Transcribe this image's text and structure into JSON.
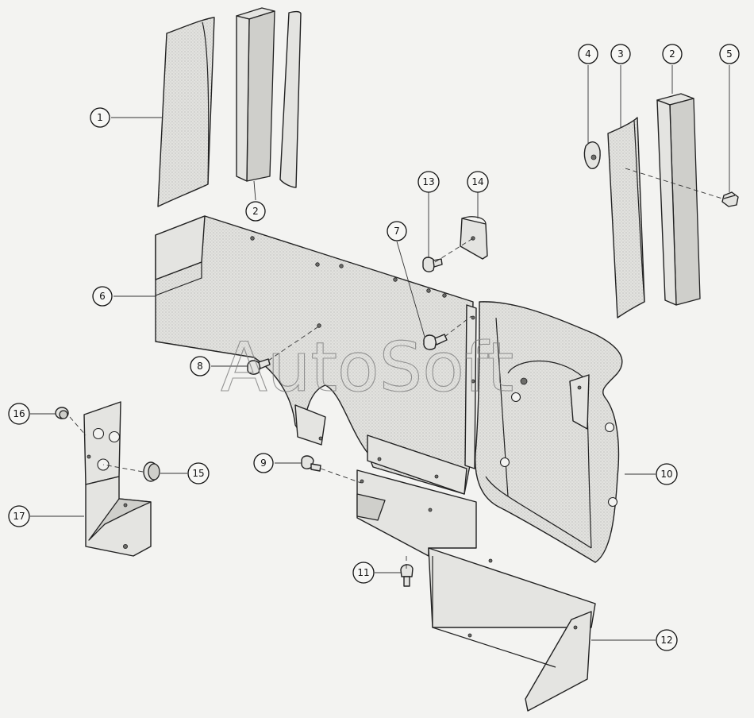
{
  "watermark": "AutoSoft",
  "callouts": [
    {
      "id": "c1",
      "label": "1"
    },
    {
      "id": "c2a",
      "label": "2"
    },
    {
      "id": "c2b",
      "label": "2"
    },
    {
      "id": "c3",
      "label": "3"
    },
    {
      "id": "c4",
      "label": "4"
    },
    {
      "id": "c5",
      "label": "5"
    },
    {
      "id": "c6",
      "label": "6"
    },
    {
      "id": "c7",
      "label": "7"
    },
    {
      "id": "c8",
      "label": "8"
    },
    {
      "id": "c9",
      "label": "9"
    },
    {
      "id": "c10",
      "label": "10"
    },
    {
      "id": "c11",
      "label": "11"
    },
    {
      "id": "c12",
      "label": "12"
    },
    {
      "id": "c13",
      "label": "13"
    },
    {
      "id": "c14",
      "label": "14"
    },
    {
      "id": "c15",
      "label": "15"
    },
    {
      "id": "c16",
      "label": "16"
    },
    {
      "id": "c17",
      "label": "17"
    }
  ]
}
